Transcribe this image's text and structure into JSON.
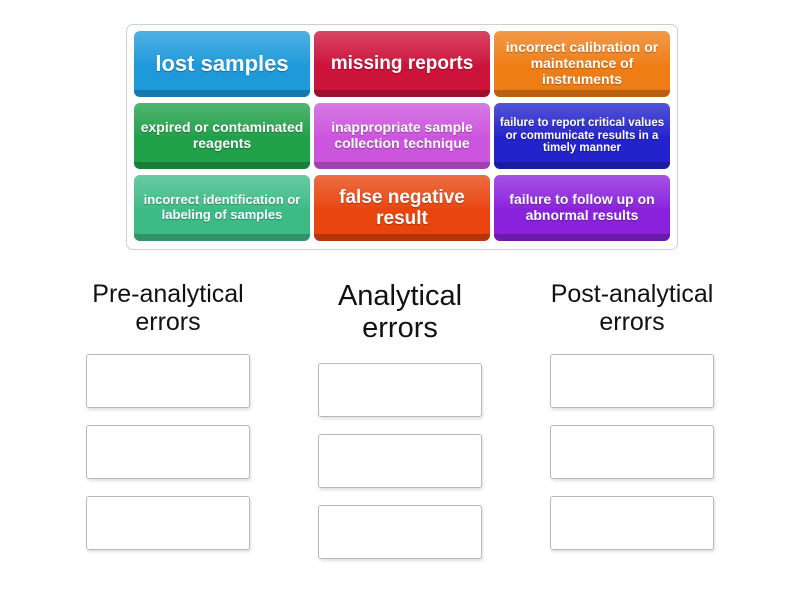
{
  "activity": {
    "type": "group-sort",
    "background_color": "#ffffff"
  },
  "pool": {
    "border_color": "#cfcfcf",
    "rows": [
      [
        {
          "label": "lost samples",
          "color": "#1e9adb",
          "size": "t-xl"
        },
        {
          "label": "missing\nreports",
          "color": "#cc133a",
          "size": "t-lg"
        },
        {
          "label": "incorrect calibration\nor maintenance\nof instruments",
          "color": "#ef7d16",
          "size": "t-md"
        }
      ],
      [
        {
          "label": "expired or\ncontaminated\nreagents",
          "color": "#20a049",
          "size": "t-md"
        },
        {
          "label": "inappropriate\nsample collection\ntechnique",
          "color": "#cc55dd",
          "size": "t-md"
        },
        {
          "label": "failure to report critical\nvalues or communicate\nresults in a timely manner",
          "color": "#2323cc",
          "size": "t-xs"
        }
      ],
      [
        {
          "label": "incorrect\nidentification or\nlabeling of samples",
          "color": "#3dbb87",
          "size": "t-sm"
        },
        {
          "label": "false negative\nresult",
          "color": "#e8450e",
          "size": "t-lg"
        },
        {
          "label": "failure to follow up\non abnormal results",
          "color": "#8a22dd",
          "size": "t-md"
        }
      ]
    ]
  },
  "categories": [
    {
      "title": "Pre-analytical\nerrors",
      "title_size": "size-normal",
      "slots": [
        "",
        "",
        ""
      ]
    },
    {
      "title": "Analytical\nerrors",
      "title_size": "size-big",
      "slots": [
        "",
        "",
        ""
      ]
    },
    {
      "title": "Post-analytical\nerrors",
      "title_size": "size-normal",
      "slots": [
        "",
        "",
        ""
      ]
    }
  ]
}
